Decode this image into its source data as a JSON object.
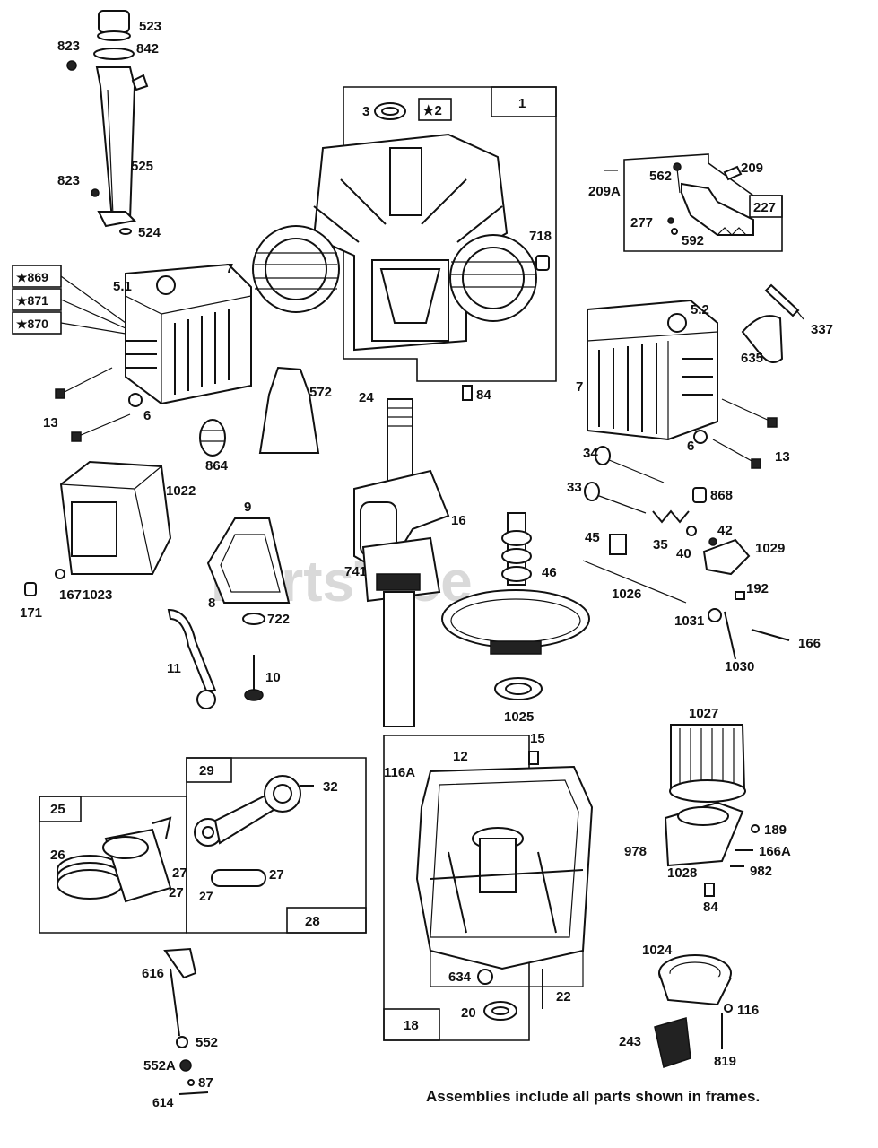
{
  "watermark": "PartsTree",
  "footnote": "Assemblies include all parts shown in frames.",
  "frame_labels": {
    "f1": "1",
    "f227": "227",
    "f25": "25",
    "f29": "29",
    "f28": "28",
    "f18": "18"
  },
  "starred": {
    "s2": "★2",
    "s869": "★869",
    "s871": "★871",
    "s870": "★870"
  },
  "callouts": {
    "c523": "523",
    "c823a": "823",
    "c842": "842",
    "c525": "525",
    "c823b": "823",
    "c524": "524",
    "c3": "3",
    "c718": "718",
    "c562": "562",
    "c209": "209",
    "c209A": "209A",
    "c277": "277",
    "c592": "592",
    "c337": "337",
    "c51": "5.1",
    "c7a": "7",
    "c13a": "13",
    "c6a": "6",
    "c864": "864",
    "c572": "572",
    "c24": "24",
    "c84a": "84",
    "c52": "5.2",
    "c635": "635",
    "c7b": "7",
    "c6b": "6",
    "c13b": "13",
    "c34": "34",
    "c868": "868",
    "c33": "33",
    "c42": "42",
    "c45": "45",
    "c35": "35",
    "c40": "40",
    "c1029": "1029",
    "c1022": "1022",
    "c167": "167",
    "c1023": "1023",
    "c171": "171",
    "c9": "9",
    "c8": "8",
    "c722": "722",
    "c16": "16",
    "c741": "741",
    "c46": "46",
    "c1026": "1026",
    "c192": "192",
    "c1031": "1031",
    "c166": "166",
    "c1030": "1030",
    "c1025": "1025",
    "c11": "11",
    "c10": "10",
    "c1027": "1027",
    "c12": "12",
    "c15": "15",
    "c116A": "116A",
    "c32": "32",
    "c26": "26",
    "c27a": "27",
    "c27b": "27",
    "c27c": "27",
    "c189": "189",
    "c978": "978",
    "c166A": "166A",
    "c1028": "1028",
    "c982": "982",
    "c84b": "84",
    "c616": "616",
    "c552": "552",
    "c552A": "552A",
    "c87": "87",
    "c614": "614",
    "c634": "634",
    "c22": "22",
    "c20": "20",
    "c1024": "1024",
    "c116": "116",
    "c243": "243",
    "c819": "819"
  }
}
